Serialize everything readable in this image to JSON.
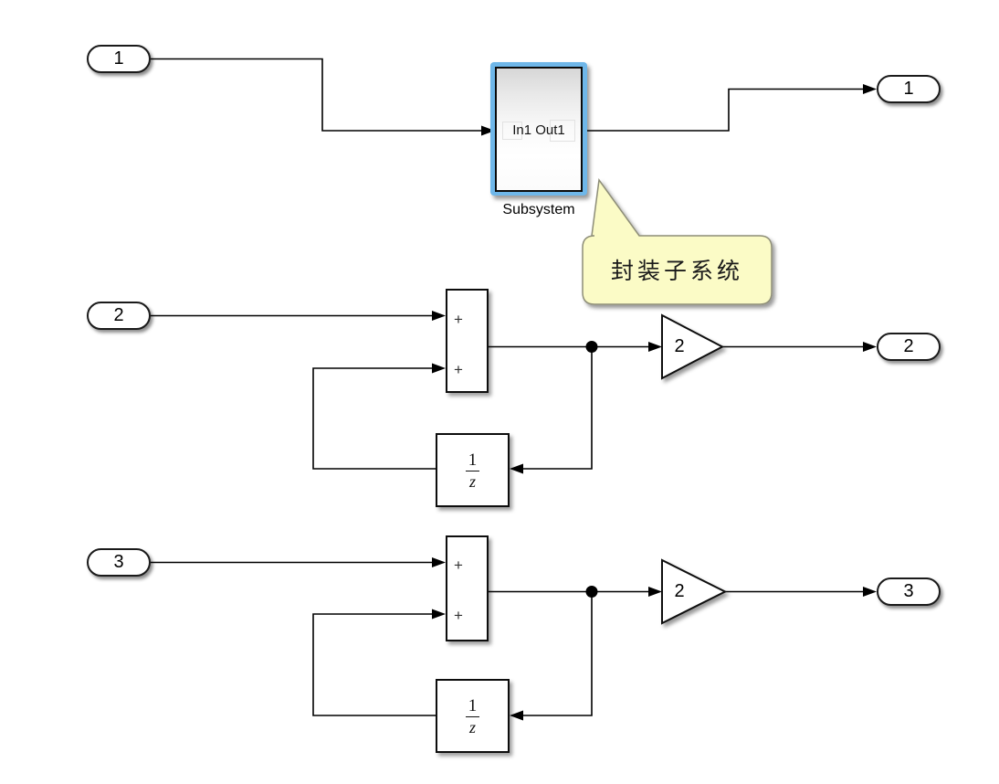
{
  "colors": {
    "background": "#ffffff",
    "wire": "#000000",
    "block_fill": "#ffffff",
    "block_border": "#0d0d0d",
    "selection_highlight_blue": "#6fb7e9",
    "callout_fill": "#fbfbc6",
    "callout_border": "#8e8e78"
  },
  "inports": [
    {
      "label": "1"
    },
    {
      "label": "2"
    },
    {
      "label": "3"
    }
  ],
  "outports": [
    {
      "label": "1"
    },
    {
      "label": "2"
    },
    {
      "label": "3"
    }
  ],
  "subsystem": {
    "preview_label": "In1 Out1",
    "name": "Subsystem"
  },
  "annotation": {
    "text": "封装子系统"
  },
  "sums": [
    {
      "plus_top": "+",
      "plus_bottom": "+"
    },
    {
      "plus_top": "+",
      "plus_bottom": "+"
    }
  ],
  "gains": [
    {
      "label": "2"
    },
    {
      "label": "2"
    }
  ],
  "unit_delays": [
    {
      "numerator": "1",
      "denominator": "z"
    },
    {
      "numerator": "1",
      "denominator": "z"
    }
  ]
}
